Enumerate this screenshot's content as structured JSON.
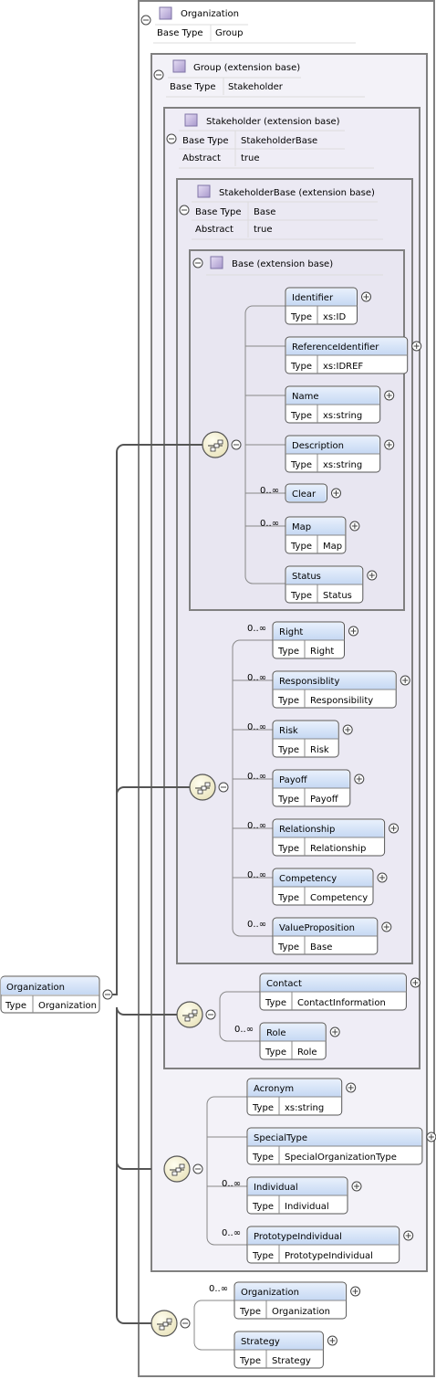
{
  "root": {
    "name": "Organization",
    "type_label": "Type",
    "type": "Organization"
  },
  "complex_type": {
    "name": "Organization",
    "base_type_label": "Base Type",
    "base_type": "Group"
  },
  "group": {
    "name": "Group (extension base)",
    "base_type_label": "Base Type",
    "base_type": "Stakeholder"
  },
  "stakeholder": {
    "name": "Stakeholder (extension base)",
    "base_type_label": "Base Type",
    "base_type": "StakeholderBase",
    "abstract_label": "Abstract",
    "abstract": "true"
  },
  "stakeholder_base": {
    "name": "StakeholderBase (extension base)",
    "base_type_label": "Base Type",
    "base_type": "Base",
    "abstract_label": "Abstract",
    "abstract": "true"
  },
  "base": {
    "name": "Base (extension base)"
  },
  "occurs_label": "0..∞",
  "base_elements": [
    {
      "name": "Identifier",
      "type_label": "Type",
      "type": "xs:ID"
    },
    {
      "name": "ReferenceIdentifier",
      "type_label": "Type",
      "type": "xs:IDREF"
    },
    {
      "name": "Name",
      "type_label": "Type",
      "type": "xs:string"
    },
    {
      "name": "Description",
      "type_label": "Type",
      "type": "xs:string"
    },
    {
      "name": "Clear"
    },
    {
      "name": "Map",
      "type_label": "Type",
      "type": "Map"
    },
    {
      "name": "Status",
      "type_label": "Type",
      "type": "Status"
    }
  ],
  "stakeholder_base_elements": [
    {
      "name": "Right",
      "type_label": "Type",
      "type": "Right"
    },
    {
      "name": "Responsiblity",
      "type_label": "Type",
      "type": "Responsibility"
    },
    {
      "name": "Risk",
      "type_label": "Type",
      "type": "Risk"
    },
    {
      "name": "Payoff",
      "type_label": "Type",
      "type": "Payoff"
    },
    {
      "name": "Relationship",
      "type_label": "Type",
      "type": "Relationship"
    },
    {
      "name": "Competency",
      "type_label": "Type",
      "type": "Competency"
    },
    {
      "name": "ValueProposition",
      "type_label": "Type",
      "type": "Base"
    }
  ],
  "stakeholder_elements": [
    {
      "name": "Contact",
      "type_label": "Type",
      "type": "ContactInformation"
    },
    {
      "name": "Role",
      "type_label": "Type",
      "type": "Role"
    }
  ],
  "group_elements": [
    {
      "name": "Acronym",
      "type_label": "Type",
      "type": "xs:string"
    },
    {
      "name": "SpecialType",
      "type_label": "Type",
      "type": "SpecialOrganizationType"
    },
    {
      "name": "Individual",
      "type_label": "Type",
      "type": "Individual"
    },
    {
      "name": "PrototypeIndividual",
      "type_label": "Type",
      "type": "PrototypeIndividual"
    }
  ],
  "organization_elements": [
    {
      "name": "Organization",
      "type_label": "Type",
      "type": "Organization"
    },
    {
      "name": "Strategy",
      "type_label": "Type",
      "type": "Strategy"
    }
  ],
  "colors": {
    "element_header": "#d4e4f8",
    "type_row": "#f4f4f4",
    "frame_bg": "#ffffff",
    "group_bg": "#f2f1f8",
    "base_bg": "#eceaf4",
    "seq_fill": "#f5f2d8",
    "icon_fill": "#cfc3e6"
  }
}
